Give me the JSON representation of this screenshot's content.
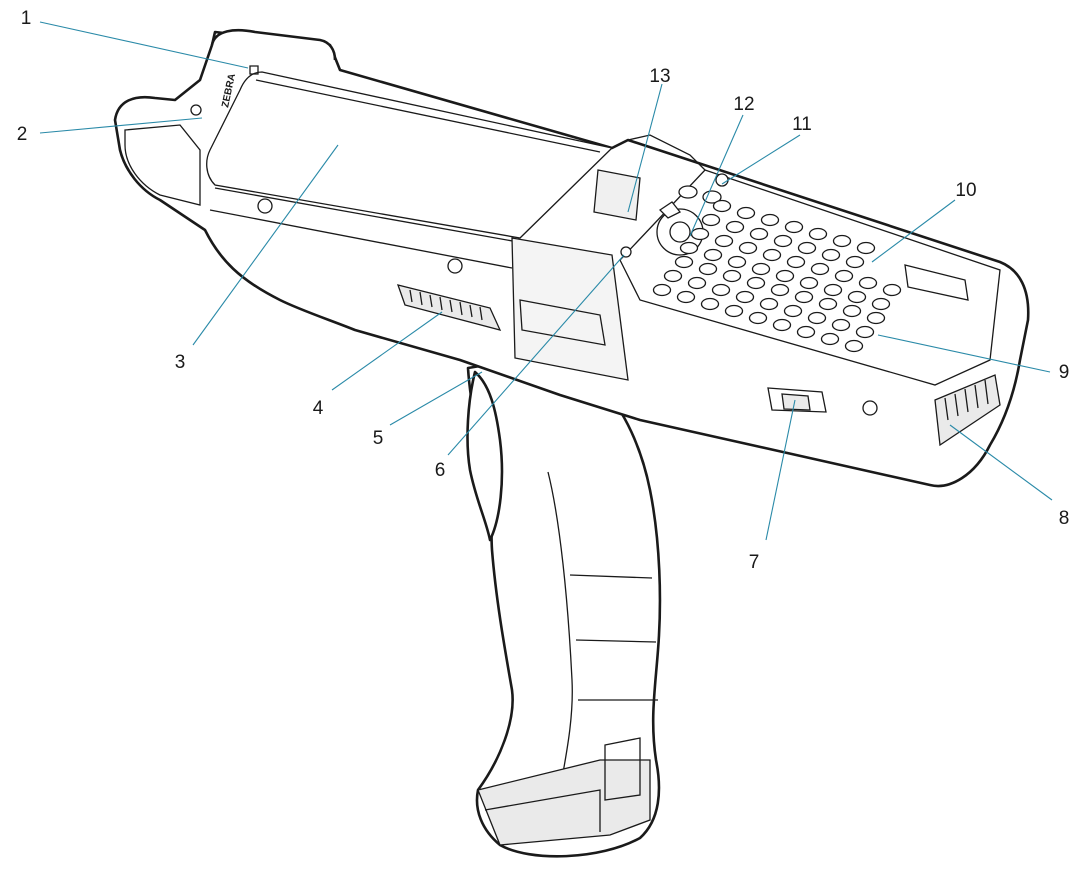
{
  "figure": {
    "logo_text": "ZEBRA",
    "callouts": [
      {
        "num": "1"
      },
      {
        "num": "2"
      },
      {
        "num": "3"
      },
      {
        "num": "4"
      },
      {
        "num": "5"
      },
      {
        "num": "6"
      },
      {
        "num": "7"
      },
      {
        "num": "8"
      },
      {
        "num": "9"
      },
      {
        "num": "10"
      },
      {
        "num": "11"
      },
      {
        "num": "12"
      },
      {
        "num": "13"
      }
    ],
    "colors": {
      "leader": "#2a8aa8",
      "outline": "#1a1a1a",
      "background": "#ffffff"
    }
  }
}
